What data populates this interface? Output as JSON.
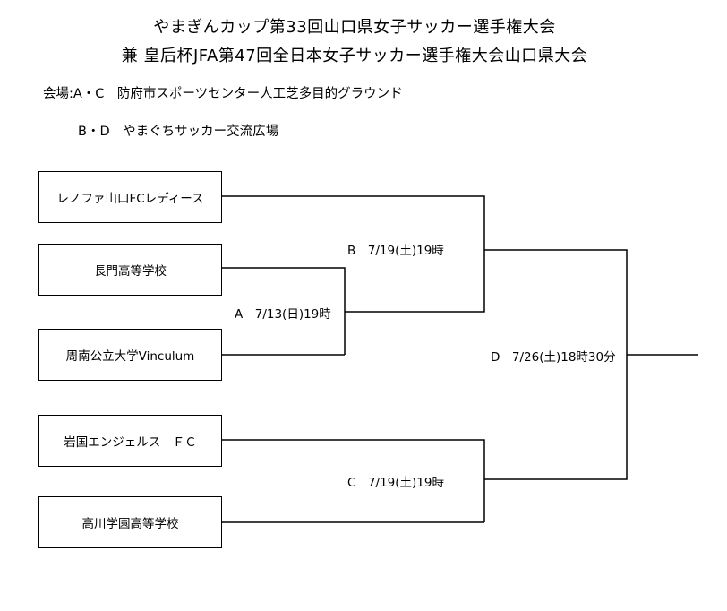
{
  "header": {
    "title_line1": "やまぎんカップ第33回山口県女子サッカー選手権大会",
    "title_line2": "兼 皇后杯JFA第47回全日本女子サッカー選手権大会山口県大会"
  },
  "venues": {
    "line1": "会場:A・C　防府市スポーツセンター人工芝多目的グラウンド",
    "line2": "B・D　やまぐちサッカー交流広場"
  },
  "teams": [
    "レノファ山口FCレディース",
    "長門高等学校",
    "周南公立大学Vinculum",
    "岩国エンジェルス　ＦＣ",
    "高川学園高等学校"
  ],
  "matches": {
    "A": "A　7/13(日)19時",
    "B": "B　7/19(土)19時",
    "C": "C　7/19(土)19時",
    "D": "D　7/26(土)18時30分"
  }
}
